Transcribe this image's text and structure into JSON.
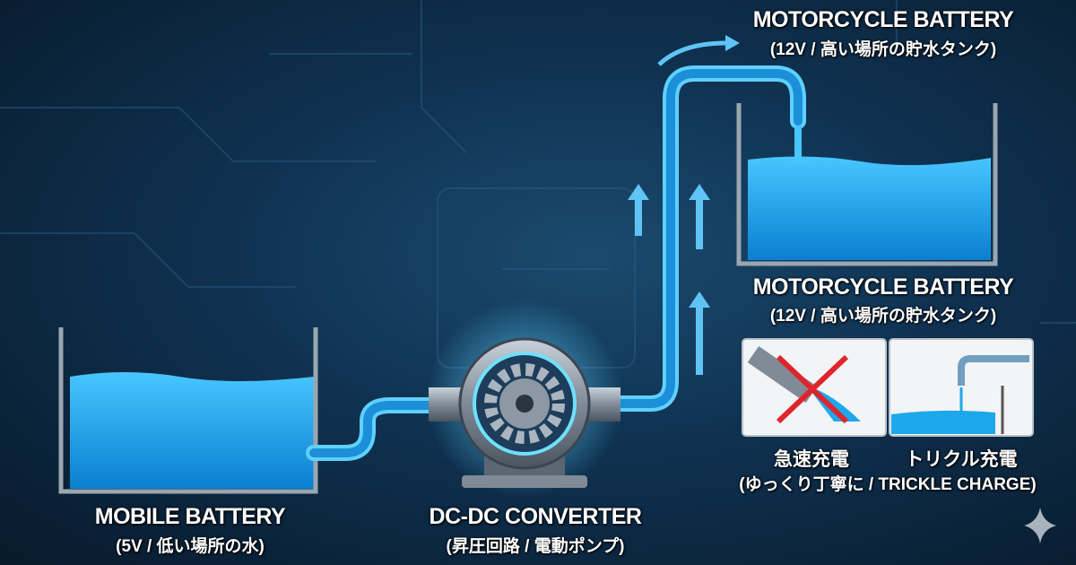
{
  "top_label": {
    "title": "MOTORCYCLE BATTERY",
    "subtitle": "(12V / 高い場所の貯水タンク)"
  },
  "tank_label": {
    "title": "MOTORCYCLE BATTERY",
    "subtitle": "(12V / 高い場所の貯水タンク)"
  },
  "mobile_label": {
    "title": "MOBILE BATTERY",
    "subtitle": "(5V / 低い場所の水)"
  },
  "converter_label": {
    "title": "DC-DC CONVERTER",
    "subtitle": "(昇圧回路 / 電動ポンプ)"
  },
  "inset": {
    "left_caption": "急速充電",
    "right_caption": "トリクル充電",
    "bottom_caption": "(ゆっくり丁寧に / TRICKLE CHARGE)"
  },
  "colors": {
    "water": "#1ea8ec",
    "pipe": "#3ab6f5",
    "background": "#0f3150",
    "cross": "#e0242c"
  }
}
